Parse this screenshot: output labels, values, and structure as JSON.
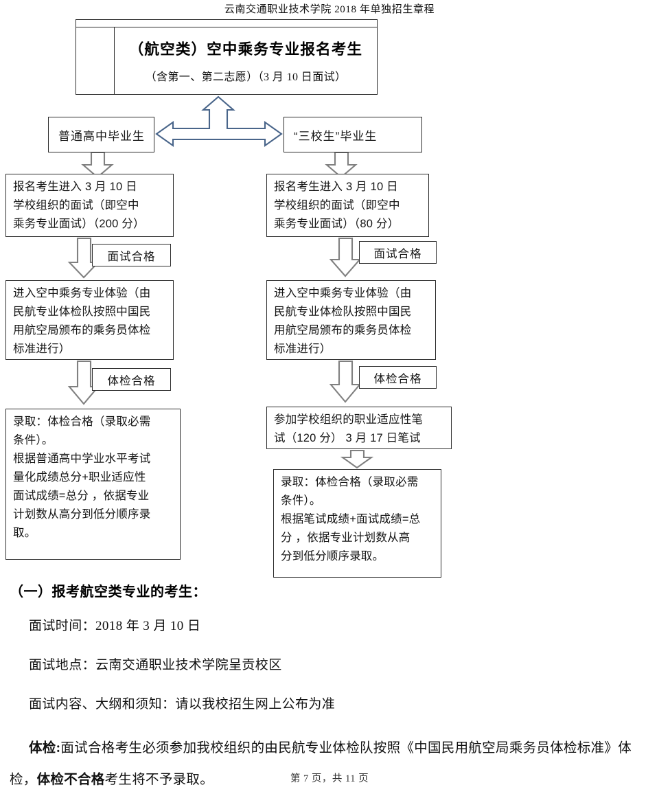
{
  "document": {
    "running_header": "云南交通职业技术学院 2018 年单独招生章程",
    "footer": "第 7 页，共 11 页"
  },
  "flowchart": {
    "title_box": {
      "main": "（航空类）空中乘务专业报名考生",
      "sub": "（含第一、第二志愿）（3 月 10 日面试）"
    },
    "sources": {
      "left": "普通高中毕业生",
      "right": "“三校生”毕业生"
    },
    "interview": {
      "left_line1": "报名考生进入 3 月 10 日",
      "left_line2": "学校组织的面试（即空中",
      "left_line3": "乘务专业面试）（200 分）",
      "right_line1": "报名考生进入 3 月 10 日",
      "right_line2": "学校组织的面试（即空中",
      "right_line3": "乘务专业面试）（80 分）"
    },
    "edge_labels": {
      "interview_pass_left": "面试合格",
      "interview_pass_right": "面试合格",
      "medical_pass_left": "体检合格",
      "medical_pass_right": "体检合格"
    },
    "medical": {
      "left_line1": "进入空中乘务专业体验（由",
      "left_line2": "民航专业体检队按照中国民",
      "left_line3": "用航空局颁布的乘务员体检",
      "left_line4": "标准进行）",
      "right_line1": "进入空中乘务专业体验（由",
      "right_line2": "民航专业体检队按照中国民",
      "right_line3": "用航空局颁布的乘务员体检",
      "right_line4": "标准进行）"
    },
    "written_exam": {
      "line1": "参加学校组织的职业适应性笔",
      "line2": "试（120 分）  3 月 17 日笔试"
    },
    "admission_left": {
      "line1": "录取：体检合格（录取必需",
      "line2": "条件）。",
      "line3": "根据普通高中学业水平考试",
      "line4": "量化成绩总分+职业适应性",
      "line5": "面试成绩=总分 ，依据专业",
      "line6": "计划数从高分到低分顺序录",
      "line7": "取。"
    },
    "admission_right": {
      "line1": "录取：体检合格（录取必需",
      "line2": "条件）。",
      "line3": "根据笔试成绩+面试成绩=总",
      "line4": "分 ，依据专业计划数从高",
      "line5": "分到低分顺序录取。"
    },
    "colors": {
      "node_border": "#2b2b2b",
      "blue_arrow": "#49658a",
      "gray_arrow": "#808080"
    }
  },
  "body": {
    "section_heading": "（一）报考航空类专业的考生：",
    "item_time": "面试时间：2018 年 3 月 10 日",
    "item_place": "面试地点：云南交通职业技术学院呈贡校区",
    "item_content": "面试内容、大纲和须知：请以我校招生网上公布为准",
    "medical_paragraph": {
      "bold_lead": "体检:",
      "text_1": "面试合格考生必须参加我校组织的由民航专业体检队按照《中国民用航空局乘务员体检标准》体检，",
      "bold_mid": "体检不合格",
      "text_2": "考生将不予录取。"
    }
  }
}
